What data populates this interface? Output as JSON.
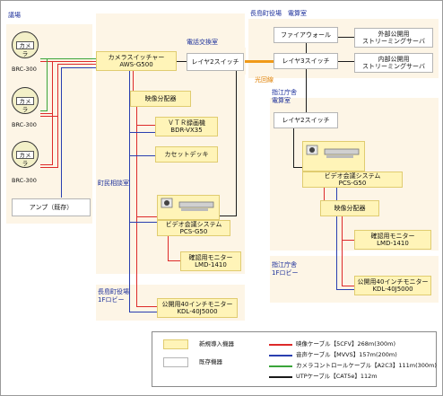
{
  "areas": {
    "gijo": "議場",
    "denwa": "電話交換室",
    "densan_line1": "長島町役場　電算室",
    "shisho_densan": [
      "指江庁舎",
      "電算室"
    ],
    "chomin": "町民相談室",
    "honcho_lobby": [
      "長島町役場",
      "1Fロビー"
    ],
    "shisho_lobby": [
      "指江庁舎",
      "1Fロビー"
    ]
  },
  "cameras": {
    "label": "カメラ",
    "models": [
      "BRC-300",
      "BRC-300",
      "BRC-300"
    ]
  },
  "devices": {
    "camera_switcher": [
      "カメラスイッチャー",
      "AWS-G500"
    ],
    "amp": "アンプ（既存）",
    "splitter_main": "映像分配器",
    "vtr": [
      "ＶＴＲ録画機",
      "BDR-VX35"
    ],
    "cassette": "カセットデッキ",
    "layer2_denwa": "レイヤ2スイッチ",
    "firewall": "ファイアウォール",
    "layer3": "レイヤ3スイッチ",
    "ext_stream": [
      "外部公開用",
      "ストリーミングサーバ"
    ],
    "int_stream": [
      "内部公開用",
      "ストリーミングサーバ"
    ],
    "layer2_shisho": "レイヤ2スイッチ",
    "video_conf_shisho": [
      "ビデオ会議システム",
      "PCS-G50"
    ],
    "splitter_shisho": "映像分配器",
    "monitor_shisho": [
      "確認用モニター",
      "LMD-1410"
    ],
    "lobby_monitor_shisho": [
      "公開用40インチモニター",
      "KDL-40J5000"
    ],
    "video_conf_chomin": [
      "ビデオ会議システム",
      "PCS-G50"
    ],
    "monitor_chomin": [
      "確認用モニター",
      "LMD-1410"
    ],
    "lobby_monitor_honcho": [
      "公開用40インチモニター",
      "KDL-40J5000"
    ]
  },
  "fiber_label": "光回線",
  "legend": {
    "new_label": "新規導入機器",
    "old_label": "既存機器",
    "video_cable": "映像ケーブル【5CFV】268m(300m)",
    "audio_cable": "音声ケーブル【MVVS】157m(200m)",
    "control_cable": "カメラコントロールケーブル【A2C3】111m(300m)",
    "utp_cable": "UTPケーブル【CAT5e】112m",
    "colors": {
      "video": "#dd2a2a",
      "audio": "#2a3fb0",
      "control": "#3aa53a",
      "utp": "#1a1a1a",
      "fiber": "#f09a18"
    }
  }
}
